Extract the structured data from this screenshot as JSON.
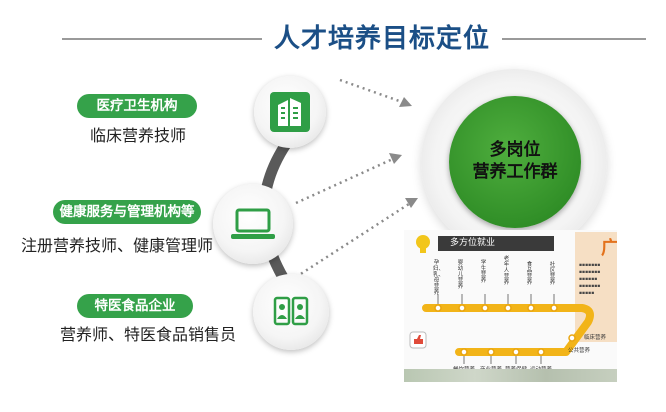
{
  "title": "人才培养目标定位",
  "targets": [
    {
      "org": "医疗卫生机构",
      "role": "临床营养技师",
      "icon": "building-icon"
    },
    {
      "org": "健康服务与管理机构等",
      "role": "注册营养技师、健康管理师",
      "icon": "laptop-icon"
    },
    {
      "org": "特医食品企业",
      "role": "营养师、特医食品销售员",
      "icon": "people-cards-icon"
    }
  ],
  "center": {
    "line1": "多岗位",
    "line2": "营养工作群"
  },
  "map": {
    "title": "多方位就业",
    "side_char": "广",
    "top_stops": [
      "孕妇、乳、母营养",
      "婴幼儿营养",
      "学生营养",
      "老年人营养",
      "食品营养",
      "社区营养"
    ],
    "right_stops": [
      "临床营养",
      "公共营养"
    ],
    "bottom_stops": [
      "餐饮营养",
      "商业营养",
      "营养保健",
      "运动营养"
    ]
  },
  "colors": {
    "title": "#1b4f86",
    "pill": "#35a24a",
    "core": "#2f8d26",
    "metro": "#f2b418",
    "side_accent": "#e3721c"
  }
}
